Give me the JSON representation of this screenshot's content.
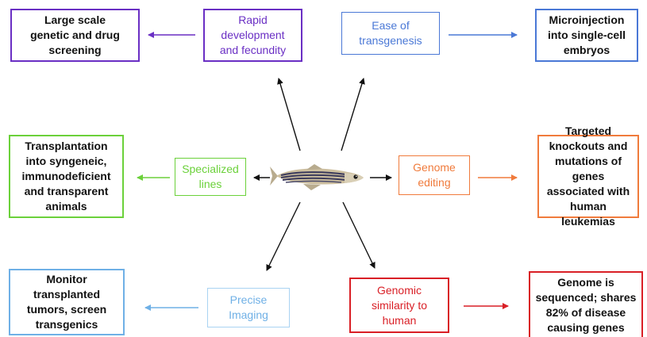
{
  "colors": {
    "purple": "#6a2fc4",
    "blue": "#4a78d6",
    "green": "#6bd13a",
    "orange": "#f07b3c",
    "lightblue": "#6fb0e6",
    "red": "#d91f26",
    "black": "#111111"
  },
  "nodes": {
    "screening": "Large scale\ngenetic and drug\nscreening",
    "rapid_development": "Rapid\ndevelopment\nand fecundity",
    "ease_transgenesis": "Ease of\ntransgenesis",
    "microinjection": "Microinjection\ninto single-cell\nembryos",
    "transplantation": "Transplantation\ninto syngeneic,\nimmunodeficient\nand transparent\nanimals",
    "specialized_lines": "Specialized\nlines",
    "genome_editing": "Genome\nediting",
    "targeted_knockouts": "Targeted\nknockouts and\nmutations of genes\nassociated with\nhuman leukemias",
    "monitor_tumors": "Monitor\ntransplanted\ntumors, screen\ntransgenics",
    "precise_imaging": "Precise\nImaging",
    "genomic_similarity": "Genomic\nsimilarity to\nhuman",
    "genome_sequenced": "Genome is\nsequenced; shares\n82% of disease\ncausing genes"
  },
  "center_icon": "zebrafish-icon"
}
